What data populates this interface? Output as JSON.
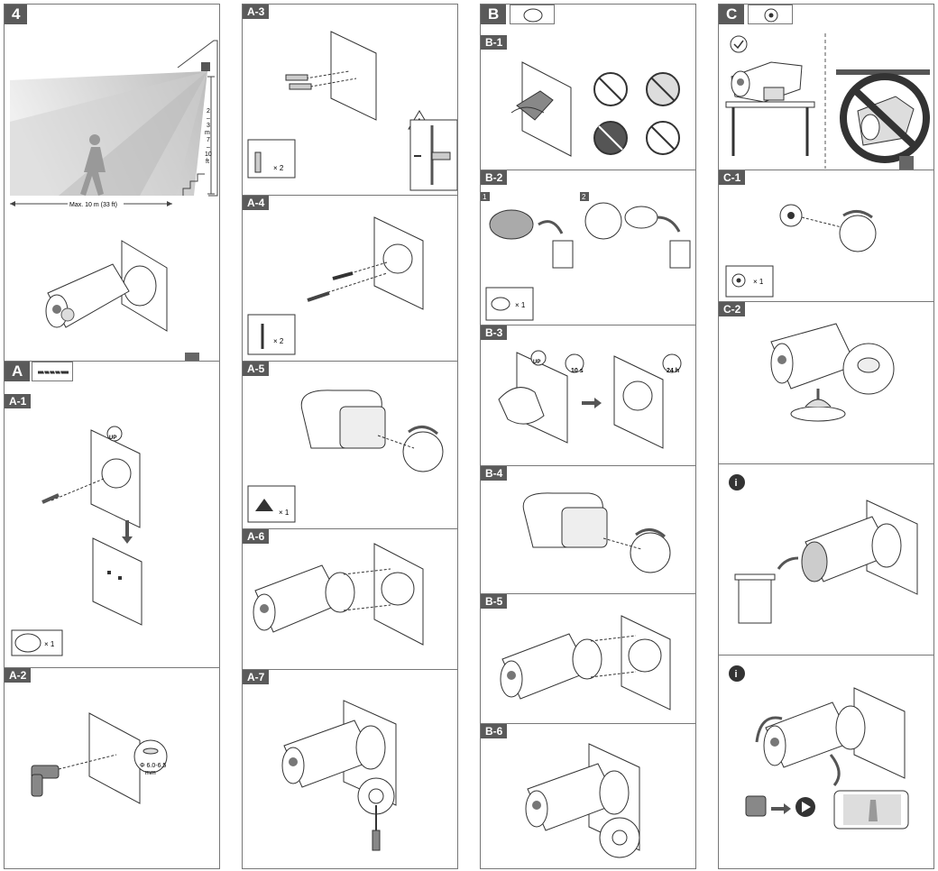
{
  "col1": {
    "step4": "4",
    "height_v1": "2",
    "height_v2": "–",
    "height_v3": "3",
    "height_v4": "m",
    "height_v5": "7",
    "height_v6": "–",
    "height_v7": "10",
    "height_v8": "ft",
    "max_distance": "Max. 10 m (33 ft)",
    "secA": "A",
    "secA1": "A-1",
    "up": "UP",
    "qty_plate": "× 1",
    "secA2": "A-2",
    "drill_size": "Φ 6.0-6.5",
    "drill_unit": "mm"
  },
  "col2": {
    "secA3": "A-3",
    "qty_anchor": "× 2",
    "secA4": "A-4",
    "qty_screw": "× 2",
    "secA5": "A-5",
    "qty_mount": "× 1",
    "secA6": "A-6",
    "secA7": "A-7"
  },
  "col3": {
    "secB": "B",
    "secB1": "B-1",
    "secB2": "B-2",
    "step1": "1",
    "step2": "2",
    "qty_pad": "× 1",
    "secB3": "B-3",
    "up": "UP",
    "time1": "10 s",
    "time2": "24 h",
    "secB4": "B-4",
    "secB5": "B-5",
    "secB6": "B-6"
  },
  "col4": {
    "secC": "C",
    "secC1": "C-1",
    "qty_magnet": "× 1",
    "secC2": "C-2",
    "info": "i"
  }
}
